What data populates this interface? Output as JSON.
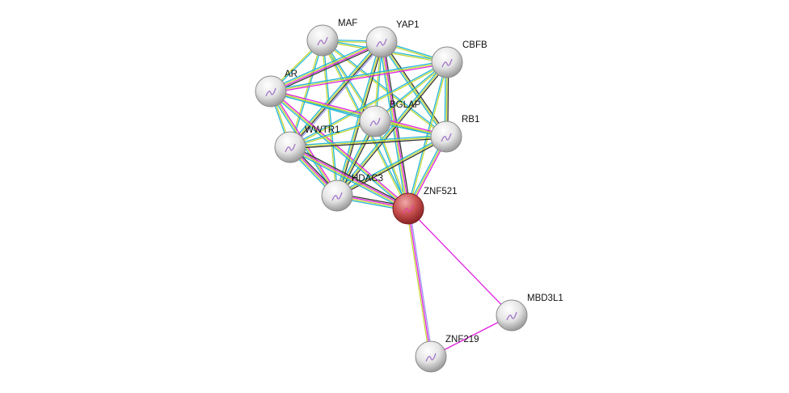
{
  "evidence_colors": {
    "database": "#22b4d6",
    "textmining": "#c4d832",
    "experiments": "#e020e0",
    "coexpression": "#333333",
    "homology": "#9a9af0"
  },
  "query_node_color": "#c84848",
  "nodes": [
    {
      "id": "MAF",
      "label": "MAF"
    },
    {
      "id": "YAP1",
      "label": "YAP1"
    },
    {
      "id": "CBFB",
      "label": "CBFB"
    },
    {
      "id": "AR",
      "label": "AR"
    },
    {
      "id": "BGLAP",
      "label": "BGLAP"
    },
    {
      "id": "RB1",
      "label": "RB1"
    },
    {
      "id": "WWTR1",
      "label": "WWTR1"
    },
    {
      "id": "HDAC3",
      "label": "HDAC3"
    },
    {
      "id": "ZNF521",
      "label": "ZNF521",
      "query": true
    },
    {
      "id": "MBD3L1",
      "label": "MBD3L1"
    },
    {
      "id": "ZNF219",
      "label": "ZNF219"
    }
  ],
  "edges": [
    {
      "s": "MAF",
      "t": "YAP1",
      "ev": [
        "database",
        "textmining"
      ]
    },
    {
      "s": "MAF",
      "t": "AR",
      "ev": [
        "database",
        "textmining"
      ]
    },
    {
      "s": "MAF",
      "t": "CBFB",
      "ev": [
        "database",
        "textmining"
      ]
    },
    {
      "s": "MAF",
      "t": "WWTR1",
      "ev": [
        "database",
        "textmining"
      ]
    },
    {
      "s": "MAF",
      "t": "HDAC3",
      "ev": [
        "database",
        "textmining"
      ]
    },
    {
      "s": "MAF",
      "t": "RB1",
      "ev": [
        "database",
        "textmining"
      ]
    },
    {
      "s": "MAF",
      "t": "ZNF521",
      "ev": [
        "database",
        "textmining"
      ]
    },
    {
      "s": "MAF",
      "t": "BGLAP",
      "ev": [
        "database",
        "textmining"
      ]
    },
    {
      "s": "YAP1",
      "t": "AR",
      "ev": [
        "coexpression",
        "experiments",
        "textmining",
        "database"
      ]
    },
    {
      "s": "YAP1",
      "t": "CBFB",
      "ev": [
        "database",
        "textmining"
      ]
    },
    {
      "s": "YAP1",
      "t": "WWTR1",
      "ev": [
        "homology",
        "coexpression",
        "textmining",
        "database"
      ]
    },
    {
      "s": "YAP1",
      "t": "HDAC3",
      "ev": [
        "coexpression",
        "textmining",
        "database"
      ]
    },
    {
      "s": "YAP1",
      "t": "RB1",
      "ev": [
        "coexpression",
        "textmining",
        "database"
      ]
    },
    {
      "s": "YAP1",
      "t": "ZNF521",
      "ev": [
        "coexpression",
        "experiments",
        "textmining",
        "database"
      ]
    },
    {
      "s": "YAP1",
      "t": "BGLAP",
      "ev": [
        "database",
        "textmining"
      ]
    },
    {
      "s": "CBFB",
      "t": "AR",
      "ev": [
        "experiments",
        "textmining",
        "database"
      ]
    },
    {
      "s": "CBFB",
      "t": "RB1",
      "ev": [
        "coexpression",
        "textmining",
        "database"
      ]
    },
    {
      "s": "CBFB",
      "t": "HDAC3",
      "ev": [
        "coexpression",
        "textmining",
        "database"
      ]
    },
    {
      "s": "CBFB",
      "t": "ZNF521",
      "ev": [
        "textmining",
        "database"
      ]
    },
    {
      "s": "CBFB",
      "t": "WWTR1",
      "ev": [
        "textmining",
        "database"
      ]
    },
    {
      "s": "CBFB",
      "t": "BGLAP",
      "ev": [
        "textmining",
        "database"
      ]
    },
    {
      "s": "AR",
      "t": "BGLAP",
      "ev": [
        "textmining",
        "database"
      ]
    },
    {
      "s": "AR",
      "t": "RB1",
      "ev": [
        "experiments",
        "textmining",
        "database"
      ]
    },
    {
      "s": "AR",
      "t": "WWTR1",
      "ev": [
        "textmining",
        "database"
      ]
    },
    {
      "s": "AR",
      "t": "HDAC3",
      "ev": [
        "experiments",
        "textmining",
        "database"
      ]
    },
    {
      "s": "AR",
      "t": "ZNF521",
      "ev": [
        "experiments",
        "textmining",
        "database"
      ]
    },
    {
      "s": "BGLAP",
      "t": "RB1",
      "ev": [
        "textmining",
        "database"
      ]
    },
    {
      "s": "BGLAP",
      "t": "WWTR1",
      "ev": [
        "textmining",
        "database"
      ]
    },
    {
      "s": "BGLAP",
      "t": "HDAC3",
      "ev": [
        "coexpression",
        "textmining",
        "database"
      ]
    },
    {
      "s": "BGLAP",
      "t": "ZNF521",
      "ev": [
        "textmining",
        "database"
      ]
    },
    {
      "s": "RB1",
      "t": "WWTR1",
      "ev": [
        "coexpression",
        "textmining",
        "database"
      ]
    },
    {
      "s": "RB1",
      "t": "HDAC3",
      "ev": [
        "coexpression",
        "textmining",
        "database"
      ]
    },
    {
      "s": "RB1",
      "t": "ZNF521",
      "ev": [
        "experiments",
        "textmining",
        "database"
      ]
    },
    {
      "s": "WWTR1",
      "t": "HDAC3",
      "ev": [
        "coexpression",
        "experiments",
        "textmining",
        "database"
      ]
    },
    {
      "s": "WWTR1",
      "t": "ZNF521",
      "ev": [
        "coexpression",
        "experiments",
        "textmining",
        "database"
      ]
    },
    {
      "s": "HDAC3",
      "t": "ZNF521",
      "ev": [
        "coexpression",
        "experiments",
        "textmining",
        "database"
      ]
    },
    {
      "s": "ZNF521",
      "t": "MBD3L1",
      "ev": [
        "experiments"
      ]
    },
    {
      "s": "ZNF521",
      "t": "ZNF219",
      "ev": [
        "homology",
        "experiments",
        "textmining"
      ]
    },
    {
      "s": "MBD3L1",
      "t": "ZNF219",
      "ev": [
        "experiments"
      ]
    }
  ]
}
